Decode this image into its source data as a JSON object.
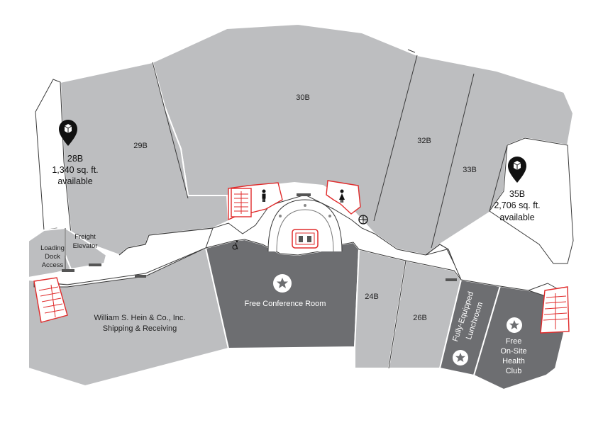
{
  "suites": {
    "s28b": {
      "id": "28B",
      "size": "1,340 sq. ft.",
      "status": "available"
    },
    "s29b": {
      "id": "29B"
    },
    "s30b": {
      "id": "30B"
    },
    "s32b": {
      "id": "32B"
    },
    "s33b": {
      "id": "33B"
    },
    "s35b": {
      "id": "35B",
      "size": "2,706 sq. ft.",
      "status": "available"
    },
    "s24b": {
      "id": "24B"
    },
    "s26b": {
      "id": "26B"
    }
  },
  "service": {
    "freight_line1": "Freight",
    "freight_line2": "Elevator",
    "loading_line1": "Loading",
    "loading_line2": "Dock",
    "loading_line3": "Access",
    "tenant_line1": "William S. Hein & Co., Inc.",
    "tenant_line2": "Shipping & Receiving"
  },
  "amenities": {
    "conference": "Free Conference Room",
    "lunch_line1": "Fully-Equipped",
    "lunch_line2": "Lunchroom",
    "health_line1": "Free",
    "health_line2": "On-Site",
    "health_line3": "Health",
    "health_line4": "Club"
  },
  "icons": {
    "available_marker": "cube-map-pin-icon",
    "amenity_marker": "star-circle-icon",
    "restroom_men": "men-restroom-icon",
    "restroom_women": "women-restroom-icon",
    "accessible": "wheelchair-icon",
    "elevator": "elevator-icon",
    "stairs": "stairs-icon"
  },
  "colors": {
    "suite_fill": "#bdbec0",
    "amenity_fill": "#6d6e71",
    "accent_red": "#e02b2b",
    "available_fill": "#ffffff"
  }
}
